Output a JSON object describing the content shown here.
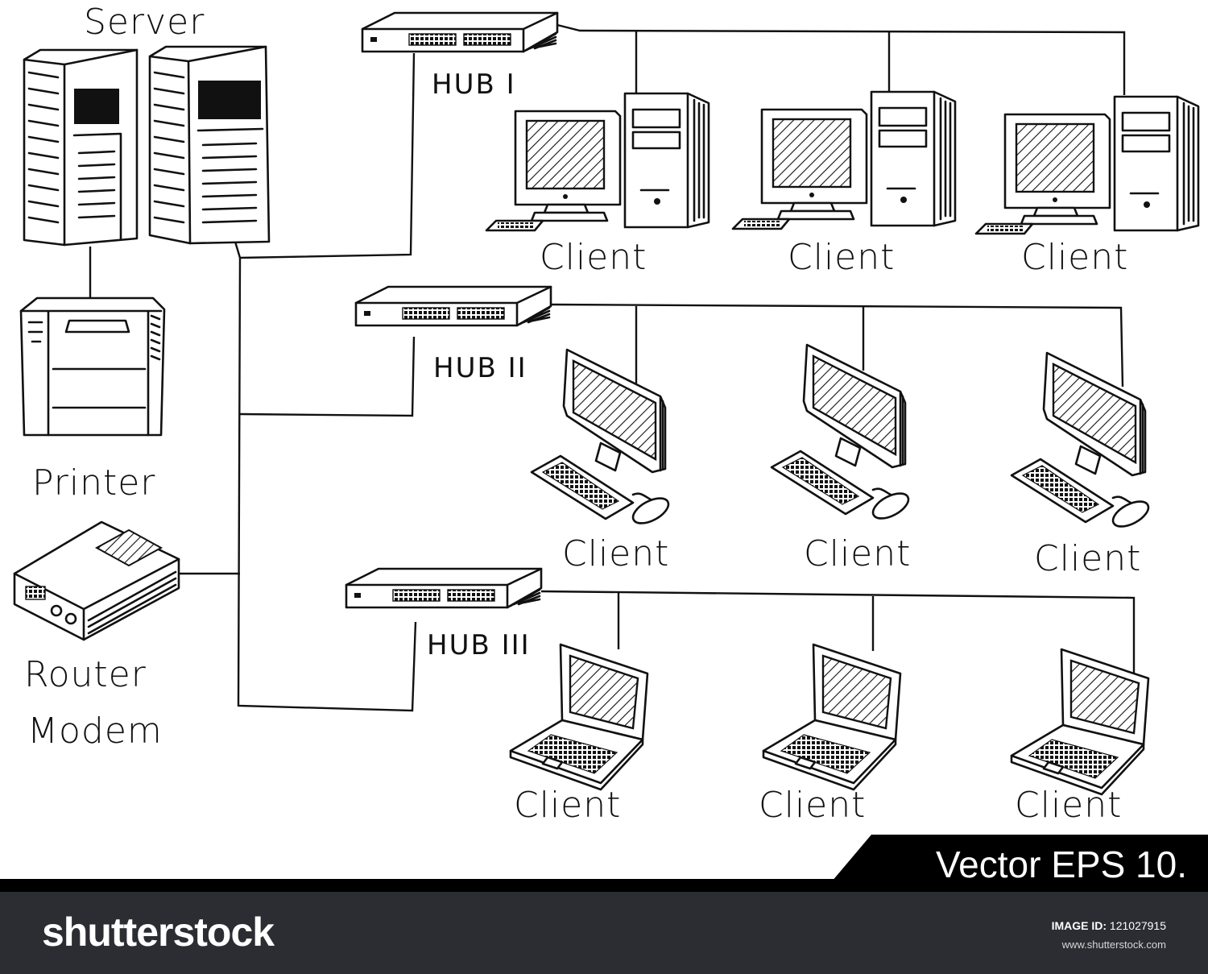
{
  "labels": {
    "server": "Server",
    "printer": "Printer",
    "router_line1": "Router",
    "router_line2": "Modem",
    "hub1": "HUB I",
    "hub2": "HUB II",
    "hub3": "HUB III",
    "client": "Client"
  },
  "banner": {
    "vector_text": "Vector EPS 10.",
    "logo": "shutterstock",
    "image_id_label": "IMAGE ID:",
    "image_id_value": "121027915",
    "site": "www.shutterstock.com"
  },
  "colors": {
    "ink": "#111111",
    "banner_bg": "#2b2d33",
    "strip": "#000000"
  }
}
